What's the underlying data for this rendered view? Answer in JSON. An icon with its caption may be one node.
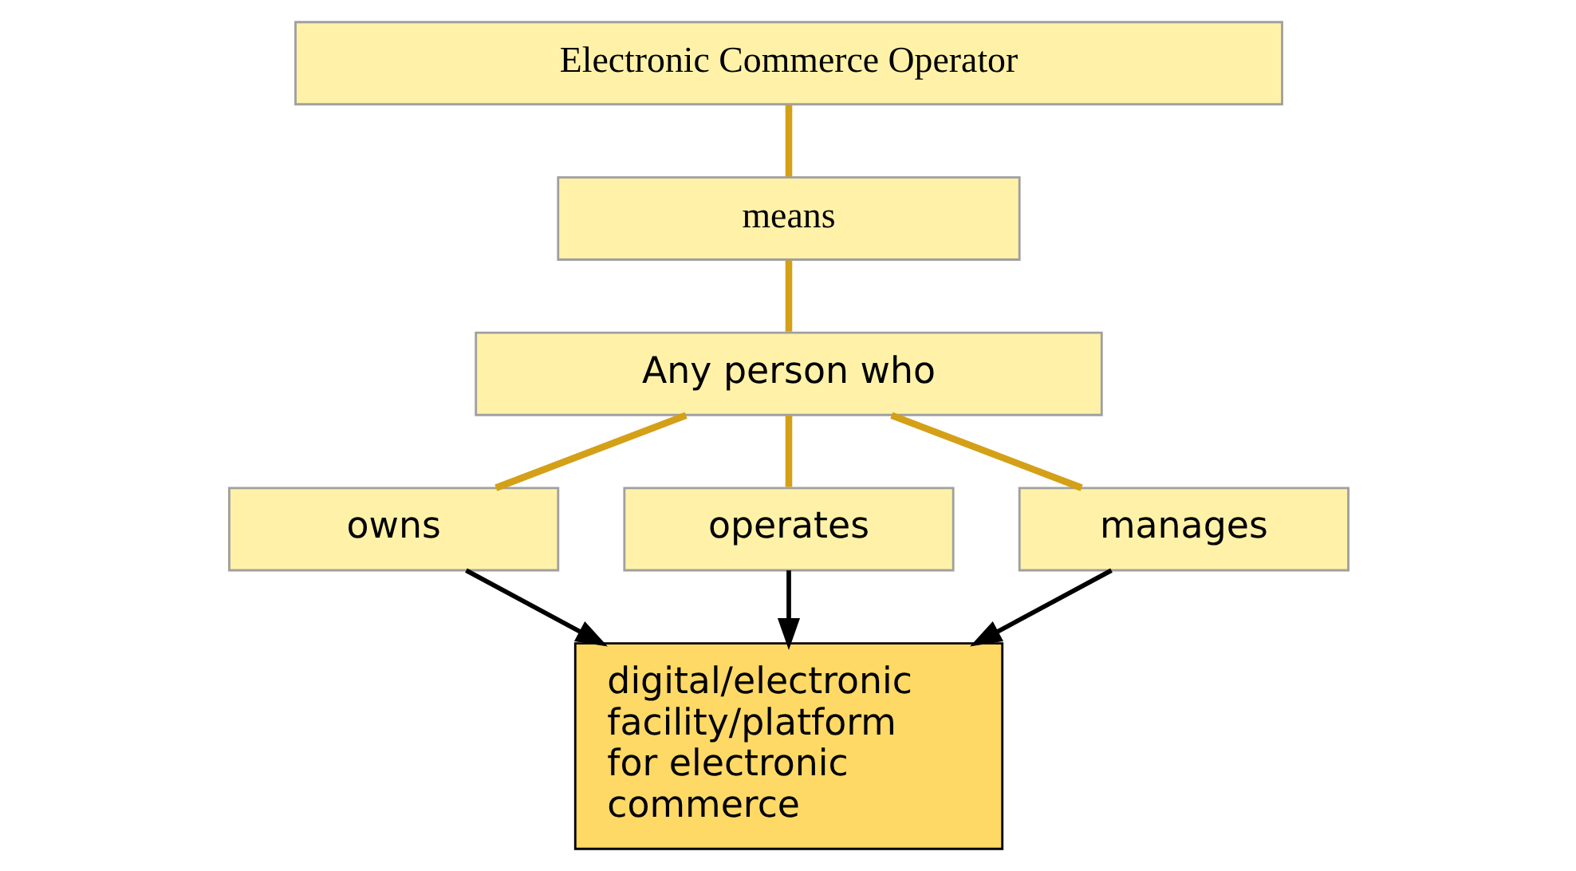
{
  "diagram": {
    "nodes": [
      {
        "text": [
          "Electronic Commerce Operator"
        ]
      },
      {
        "text": [
          "means"
        ]
      },
      {
        "text": [
          "Any person who"
        ]
      },
      {
        "text": [
          "owns"
        ]
      },
      {
        "text": [
          "operates"
        ]
      },
      {
        "text": [
          "manages"
        ]
      },
      {
        "text": [
          "digital/electronic facility/platform for electronic commerce"
        ]
      }
    ],
    "edges": [
      {
        "from": 0,
        "to": 1,
        "arrow": "none"
      },
      {
        "from": 1,
        "to": 2,
        "arrow": "none"
      },
      {
        "from": 2,
        "to": 3,
        "arrow": "none"
      },
      {
        "from": 2,
        "to": 4,
        "arrow": "none"
      },
      {
        "from": 2,
        "to": 5,
        "arrow": "none"
      },
      {
        "from": 3,
        "to": 6,
        "arrow": "to",
        "color": "#000000"
      },
      {
        "from": 4,
        "to": 6,
        "arrow": "to",
        "color": "#000000"
      },
      {
        "from": 5,
        "to": 6,
        "arrow": "to",
        "color": "#000000"
      }
    ]
  }
}
